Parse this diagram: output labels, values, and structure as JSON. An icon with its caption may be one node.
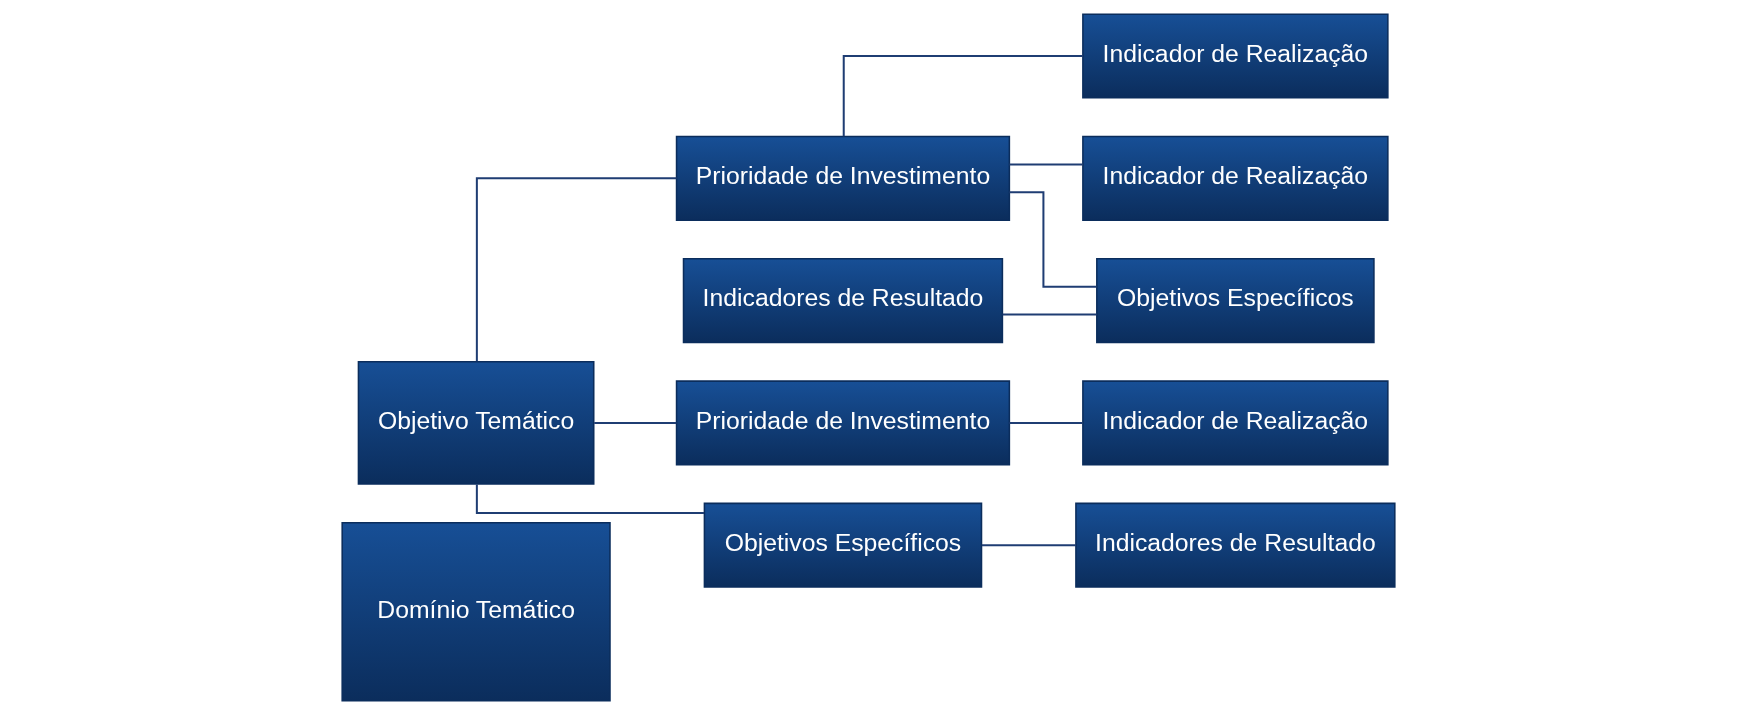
{
  "diagram": {
    "nodes": [
      {
        "text": [
          "Domínio Temático"
        ]
      },
      {
        "text": [
          "Objetivo Temático"
        ]
      },
      {
        "text": [
          "Prioridade de Investimento"
        ]
      },
      {
        "text": [
          "Indicador de Realização"
        ]
      },
      {
        "text": [
          "Indicador de Realização"
        ]
      },
      {
        "text": [
          "Indicadores de Resultado"
        ]
      },
      {
        "text": [
          "Objetivos Específicos"
        ]
      },
      {
        "text": [
          "Prioridade de Investimento"
        ]
      },
      {
        "text": [
          "Objetivos Específicos"
        ]
      },
      {
        "text": [
          "Indicadores de Resultado"
        ]
      },
      {
        "text": [
          "Indicador de Realização"
        ]
      }
    ],
    "edges": [
      {
        "from": 1,
        "to": 2,
        "arrow": "none"
      },
      {
        "from": 2,
        "to": 3,
        "arrow": "none"
      },
      {
        "from": 2,
        "to": 4,
        "arrow": "none"
      },
      {
        "from": 2,
        "to": 6,
        "arrow": "none"
      },
      {
        "from": 5,
        "to": 6,
        "arrow": "none"
      },
      {
        "from": 1,
        "to": 8,
        "arrow": "none"
      },
      {
        "from": 8,
        "to": 9,
        "arrow": "none"
      },
      {
        "from": 1,
        "to": 7,
        "arrow": "none"
      },
      {
        "from": 7,
        "to": 10,
        "arrow": "none"
      }
    ]
  }
}
